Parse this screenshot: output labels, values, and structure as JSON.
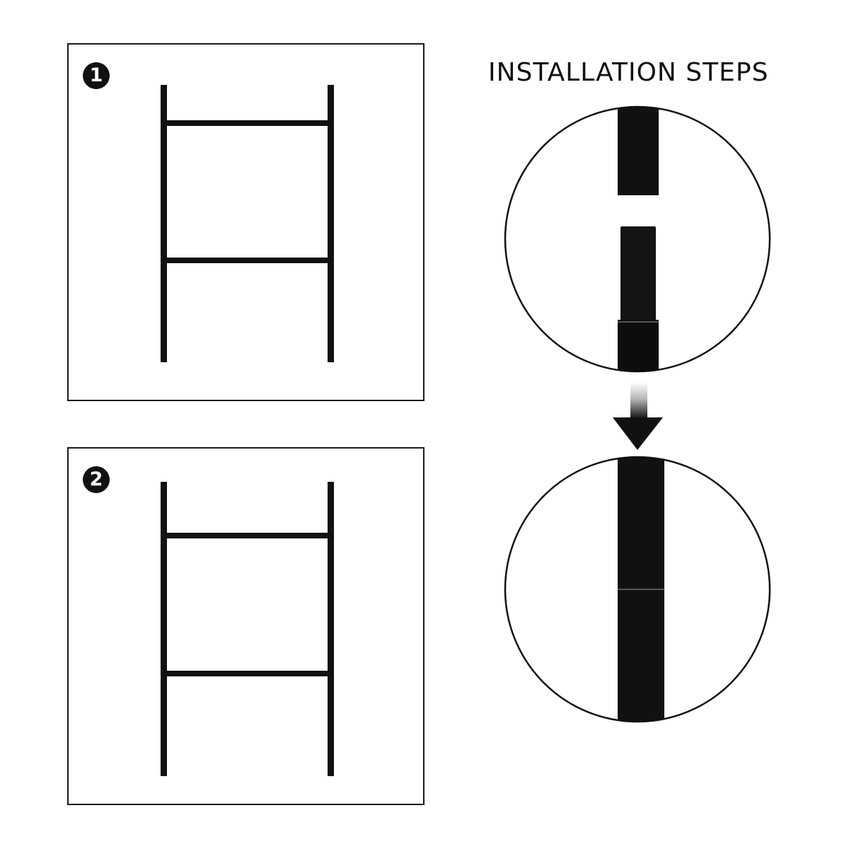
{
  "title": "INSTALLATION STEPS",
  "steps": [
    {
      "number": "1"
    },
    {
      "number": "2"
    }
  ],
  "colors": {
    "frame": "#111111",
    "border": "#1a1a1a",
    "background": "#ffffff"
  },
  "icons": [
    "down-arrow-icon"
  ]
}
